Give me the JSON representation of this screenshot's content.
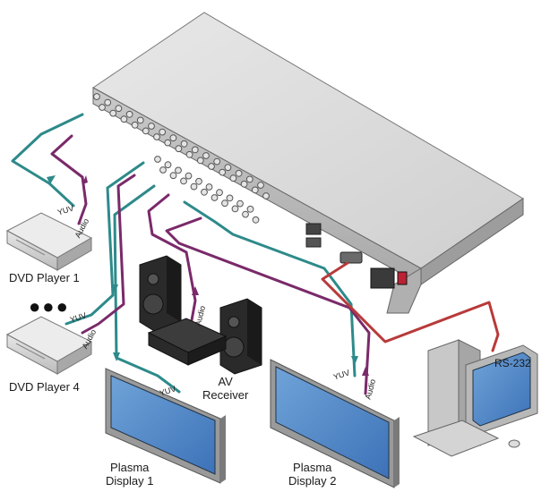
{
  "labels": {
    "dvd1": "DVD Player 1",
    "dvd4": "DVD Player 4",
    "ellipsis": "●●●",
    "av_receiver": "AV\nReceiver",
    "plasma1": "Plasma\nDisplay 1",
    "plasma2": "Plasma\nDisplay 2",
    "rs232": "RS-232"
  },
  "cable_labels": {
    "yuv": "YUV",
    "audio": "Audio"
  },
  "colors": {
    "yuv_cable": "#2e8a8a",
    "audio_cable": "#7a2a6a",
    "rs232_cable": "#b83a3a",
    "chassis_top": "#dedede",
    "chassis_front": "#bdbdbd"
  }
}
